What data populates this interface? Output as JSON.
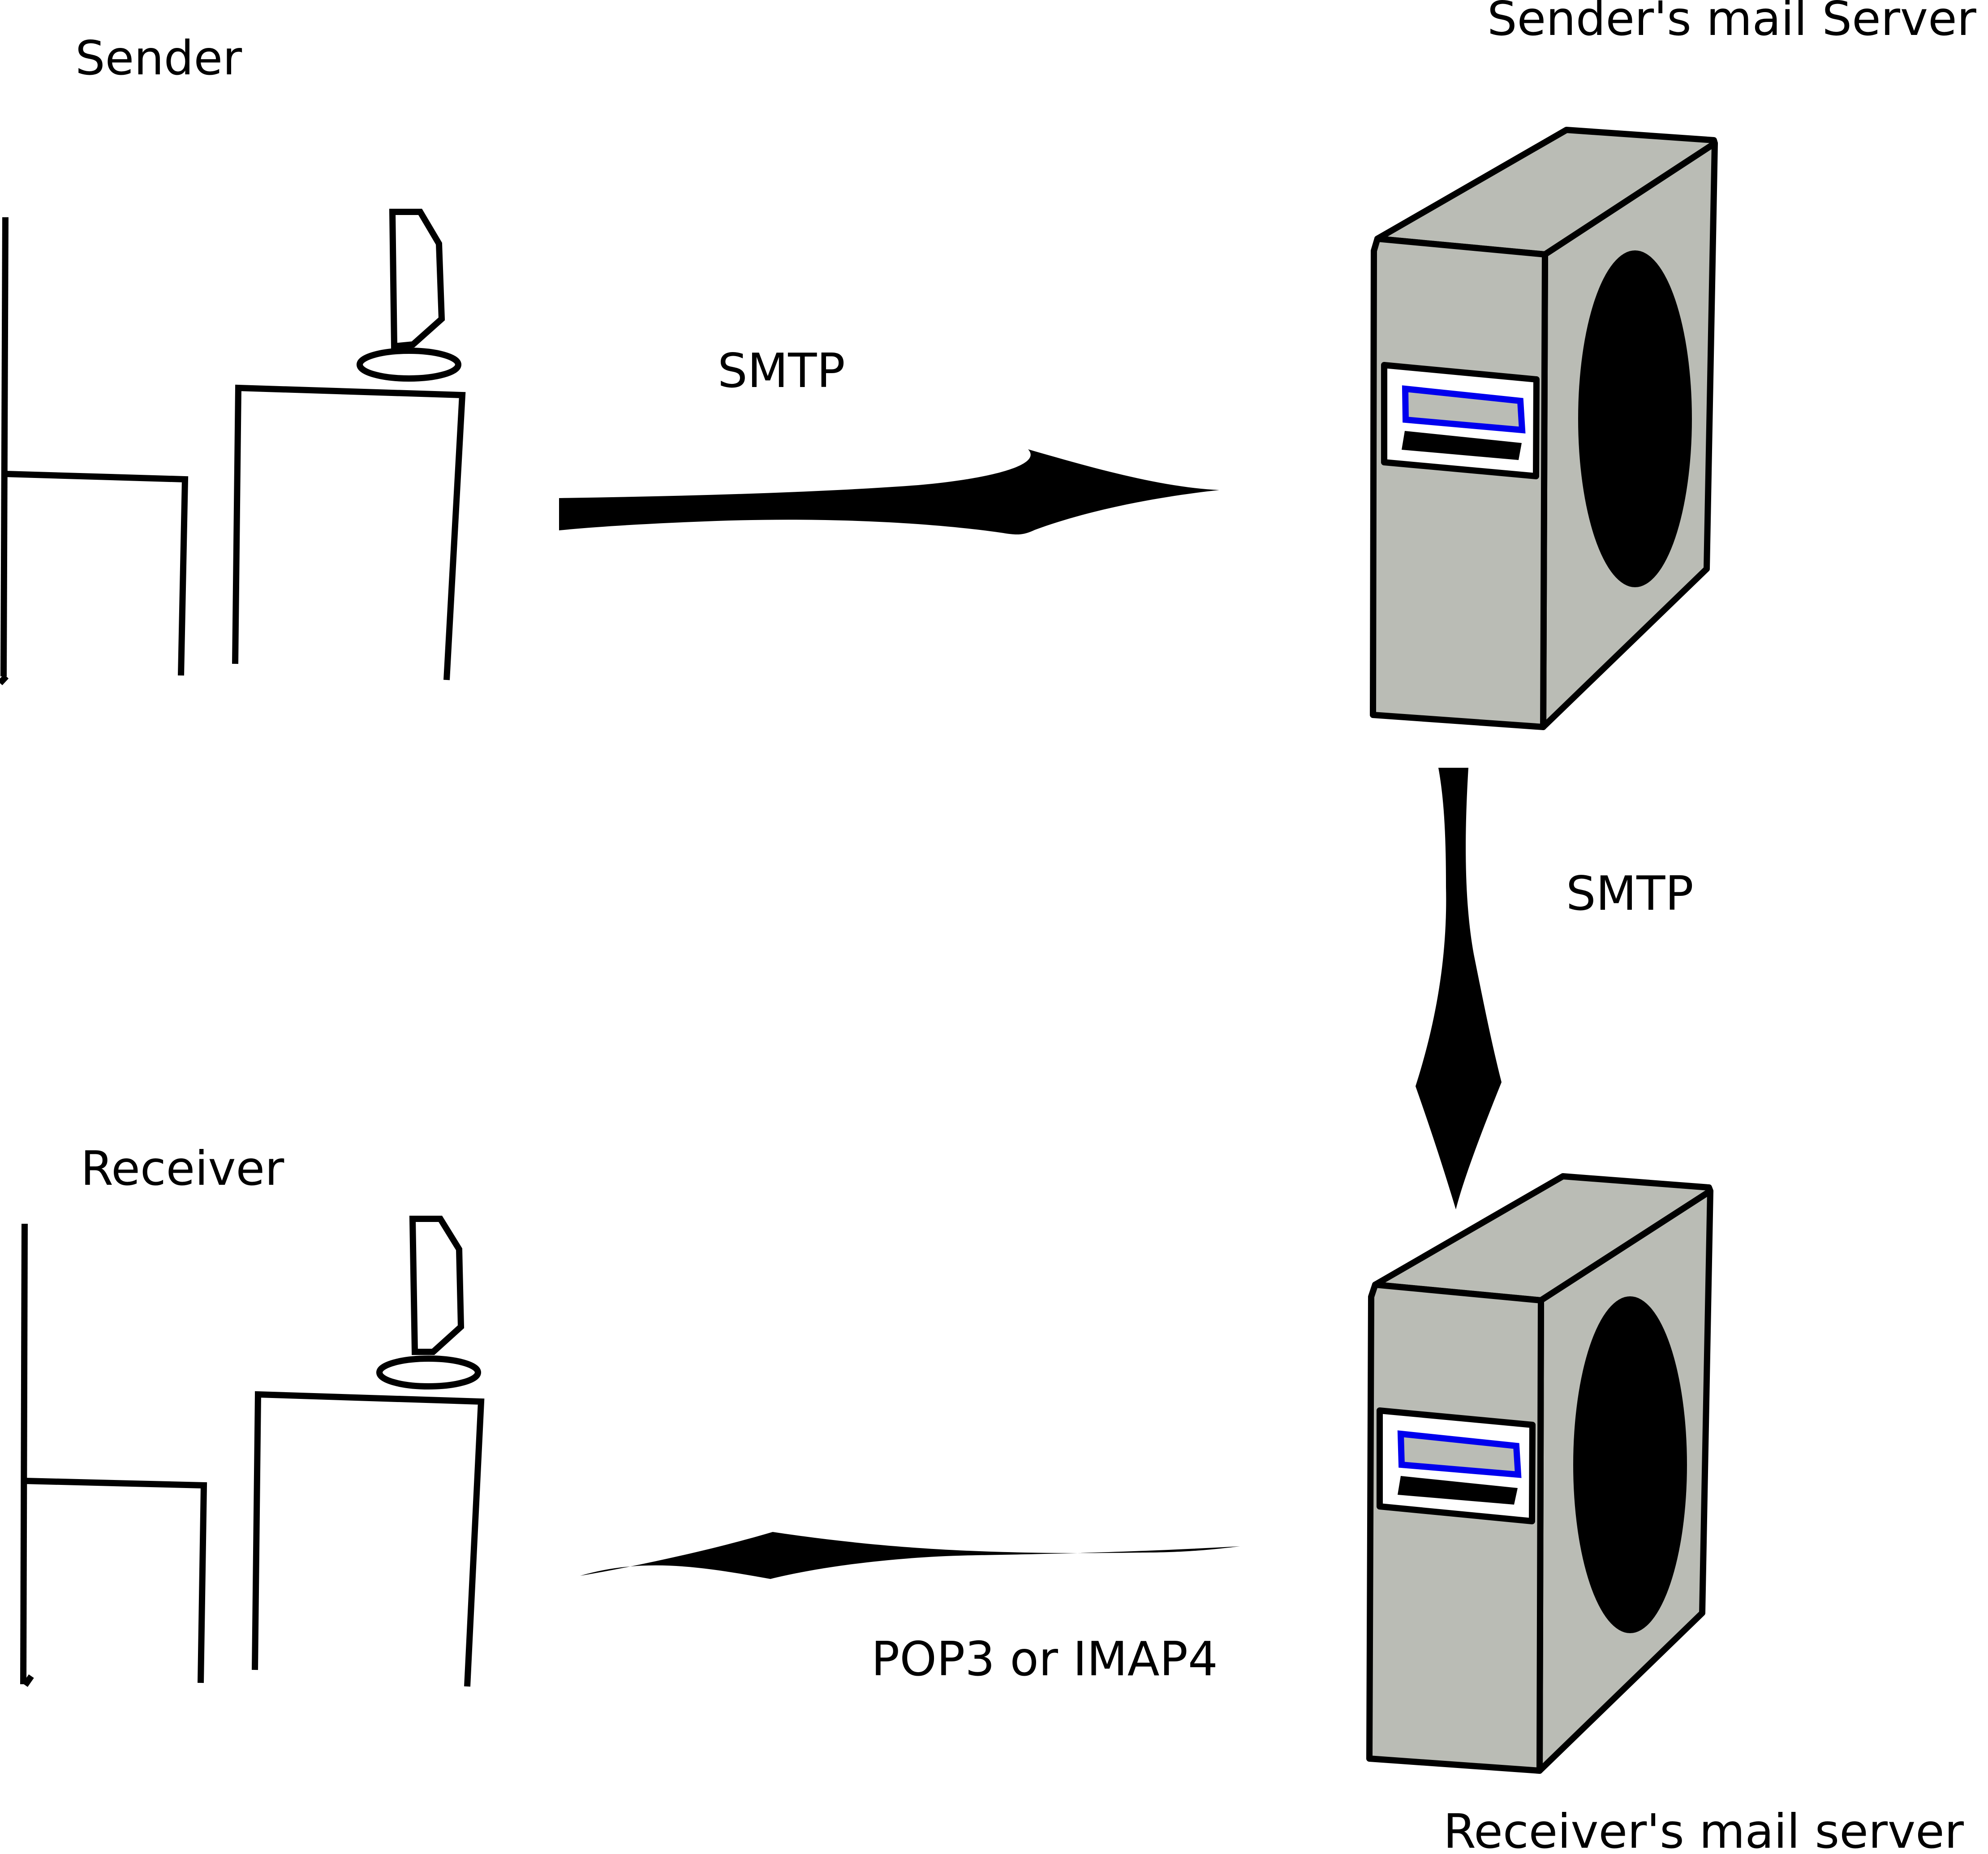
{
  "nodes": {
    "sender": {
      "label": "Sender"
    },
    "sender_server": {
      "label": "Sender's mail Server"
    },
    "receiver": {
      "label": "Receiver"
    },
    "receiver_server": {
      "label": "Receiver's mail server"
    }
  },
  "edges": [
    {
      "from": "sender",
      "to": "sender_server",
      "label": "SMTP"
    },
    {
      "from": "sender_server",
      "to": "receiver_server",
      "label": "SMTP"
    },
    {
      "from": "receiver_server",
      "to": "receiver",
      "label": "POP3 or IMAP4"
    }
  ],
  "colors": {
    "line": "#000000",
    "server_body": "#babcb5",
    "screen_frame": "#0000ee",
    "screen_inner": "#babcb5",
    "background": "#ffffff"
  }
}
